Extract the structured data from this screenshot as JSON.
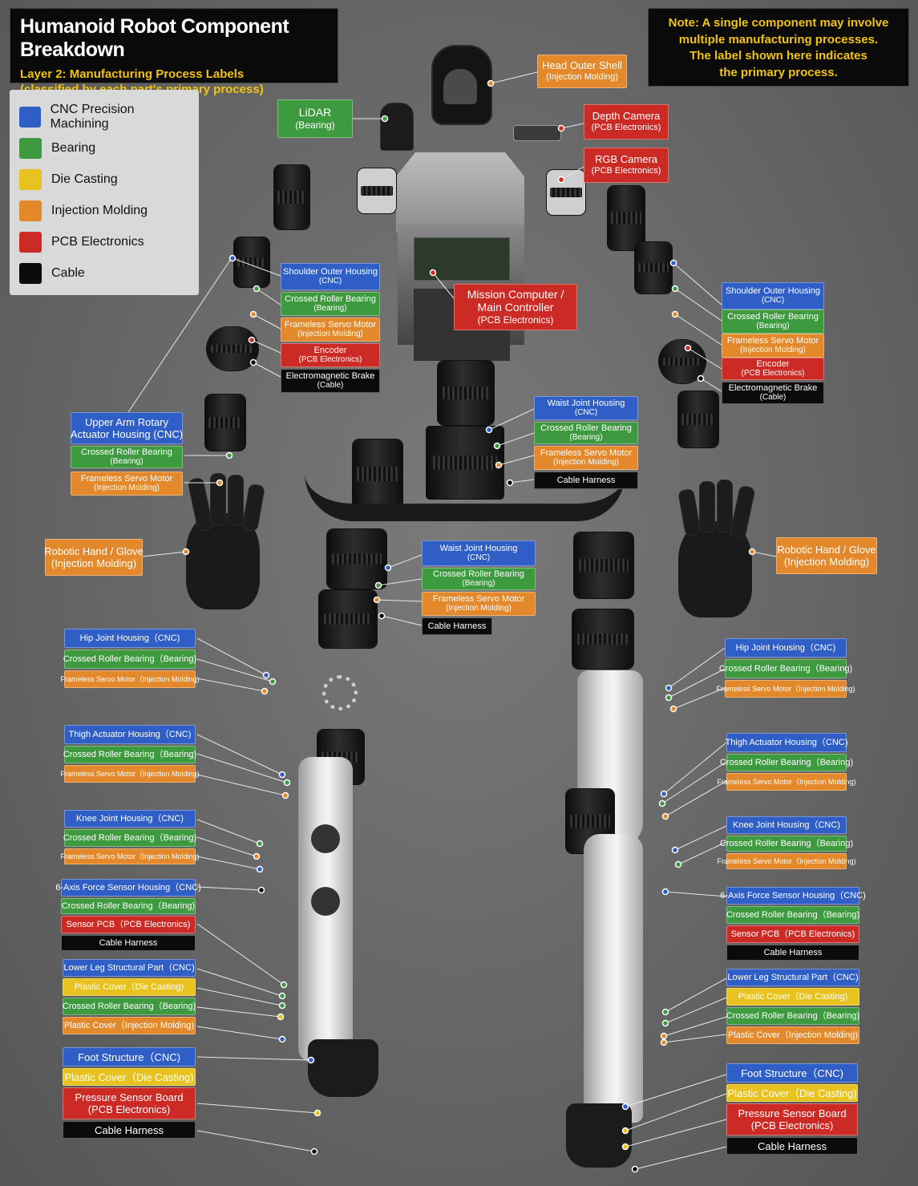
{
  "title": {
    "main": "Humanoid Robot Component Breakdown",
    "sub1": "Layer 2:  Manufacturing Process Labels",
    "sub2": "(classified by each part's primary process)"
  },
  "note": {
    "line1": "Note: A single component may involve",
    "line2": "multiple manufacturing processes.",
    "line3": "The label shown here indicates",
    "line4": "the primary process."
  },
  "legend": [
    {
      "label": "CNC Precision Machining",
      "color": "#2f5fc6"
    },
    {
      "label": "Bearing",
      "color": "#3e9a3f"
    },
    {
      "label": "Die Casting",
      "color": "#e8c21e"
    },
    {
      "label": "Injection Molding",
      "color": "#e3892b"
    },
    {
      "label": "PCB Electronics",
      "color": "#cc2a25"
    },
    {
      "label": "Cable",
      "color": "#0b0b0b"
    }
  ],
  "labels": {
    "head_shell": {
      "l1": "Head Outer Shell",
      "l2": "(Injection Molding)"
    },
    "lidar": {
      "l1": "LiDAR",
      "l2": "(Bearing)"
    },
    "depth_camera": {
      "l1": "Depth Camera",
      "l2": "(PCB Electronics)"
    },
    "rgb_camera": {
      "l1": "RGB Camera",
      "l2": "(PCB Electronics)"
    },
    "mission_computer": {
      "l1": "Mission Computer /",
      "l1b": "Main Controller",
      "l2": "(PCB Electronics)"
    },
    "l_shoulder_housing": {
      "l1": "Shoulder Outer Housing",
      "l2": "(CNC)"
    },
    "l_shoulder_bearing": {
      "l1": "Crossed Roller Bearing",
      "l2": "(Bearing)"
    },
    "l_shoulder_motor": {
      "l1": "Frameless Servo Motor",
      "l2": "(Injection Molding)"
    },
    "l_encoder": {
      "l1": "Encoder",
      "l2": "(PCB Electronics)"
    },
    "l_brake": {
      "l1": "Electromagnetic Brake",
      "l2": "(Cable)"
    },
    "r_shoulder_housing": {
      "l1": "Shoulder Outer Housing",
      "l2": "(CNC)"
    },
    "r_shoulder_bearing": {
      "l1": "Crossed Roller Bearing",
      "l2": "(Bearing)"
    },
    "r_shoulder_motor": {
      "l1": "Frameless Servo Motor",
      "l2": "(Injection Molding)"
    },
    "r_encoder": {
      "l1": "Encoder",
      "l2": "(PCB Electronics)"
    },
    "r_brake": {
      "l1": "Electromagnetic Brake",
      "l2": "(Cable)"
    },
    "upper_arm_housing": {
      "l1": "Upper Arm Rotary",
      "l2": "Actuator Housing (CNC)"
    },
    "upper_arm_bearing": {
      "l1": "Crossed Roller Bearing",
      "l2": "(Bearing)"
    },
    "upper_arm_motor": {
      "l1": "Frameless Servo Motor",
      "l2": "(Injection Molding)"
    },
    "waist1_housing": {
      "l1": "Waist Joint Housing",
      "l2": "(CNC)"
    },
    "waist1_bearing": {
      "l1": "Crossed Roller Bearing",
      "l2": "(Bearing)"
    },
    "waist1_motor": {
      "l1": "Frameless Servo Motor",
      "l2": "(Injection Molding)"
    },
    "waist1_cable": {
      "l1": "Cable Harness"
    },
    "l_hand": {
      "l1": "Robotic Hand / Glove",
      "l2": "(Injection Molding)"
    },
    "r_hand": {
      "l1": "Robotic Hand / Glove",
      "l2": "(Injection Molding)"
    },
    "waist2_housing": {
      "l1": "Waist Joint Housing",
      "l2": "(CNC)"
    },
    "waist2_bearing": {
      "l1": "Crossed Roller Bearing",
      "l2": "(Bearing)"
    },
    "waist2_motor": {
      "l1": "Frameless Servo Motor",
      "l2": "(Injection Molding)"
    },
    "waist2_cable": {
      "l1": "Cable Harness"
    },
    "l_hip_housing": {
      "l1": "Hip Joint Housing（CNC)"
    },
    "l_hip_bearing": {
      "l1": "Crossed Roller Bearing（Bearing)"
    },
    "l_hip_motor": {
      "l1": "Frameless Servo Motor（Injection Molding)"
    },
    "r_hip_housing": {
      "l1": "Hip Joint Housing（CNC)"
    },
    "r_hip_bearing": {
      "l1": "Crossed Roller Bearing（Bearing)"
    },
    "r_hip_motor": {
      "l1": "Frameless Servo Motor（Injection Molding)"
    },
    "l_thigh_housing": {
      "l1": "Thigh Actuator Housing（CNC)"
    },
    "l_thigh_bearing": {
      "l1": "Crossed Roller Bearing（Bearing)"
    },
    "l_thigh_motor": {
      "l1": "Frameless Servo Motor（Injection Molding)"
    },
    "r_thigh_housing": {
      "l1": "Thigh Actuator Housing（CNC)"
    },
    "r_thigh_bearing": {
      "l1": "Crossed Roller Bearing（Bearing)"
    },
    "r_thigh_motor": {
      "l1": "Frameless Servo Motor（Injection Molding)"
    },
    "l_knee_housing": {
      "l1": "Knee Joint Housing（CNC)"
    },
    "l_knee_bearing": {
      "l1": "Crossed Roller Bearing（Bearing)"
    },
    "l_knee_motor": {
      "l1": "Frameless Servo Motor（Injection Molding)"
    },
    "r_knee_housing": {
      "l1": "Knee Joint Housing（CNC)"
    },
    "r_knee_bearing": {
      "l1": "Crossed Roller Bearing（Bearing)"
    },
    "r_knee_motor": {
      "l1": "Frameless Servo Motor（Injection Molding)"
    },
    "l_fts_housing": {
      "l1": "6-Axis Force Sensor Housing（CNC)"
    },
    "l_fts_bearing": {
      "l1": "Crossed Roller Bearing（Bearing)"
    },
    "l_fts_pcb": {
      "l1": "Sensor PCB（PCB Electronics)"
    },
    "l_fts_cable": {
      "l1": "Cable Harness"
    },
    "r_fts_housing": {
      "l1": "6-Axis Force Sensor Housing（CNC)"
    },
    "r_fts_bearing": {
      "l1": "Crossed Roller Bearing（Bearing)"
    },
    "r_fts_pcb": {
      "l1": "Sensor PCB（PCB Electronics)"
    },
    "r_fts_cable": {
      "l1": "Cable Harness"
    },
    "l_lowleg_struct": {
      "l1": "Lower Leg Structural Part（CNC)"
    },
    "l_lowleg_cover1": {
      "l1": "Plastic Cover（Die Casting)"
    },
    "l_lowleg_bearing": {
      "l1": "Crossed Roller Bearing（Bearing)"
    },
    "l_lowleg_cover2": {
      "l1": "Plastic Cover（Injection Molding)"
    },
    "r_lowleg_struct": {
      "l1": "Lower Leg Structural Part（CNC)"
    },
    "r_lowleg_cover1": {
      "l1": "Plastic Cover（Die Casting)"
    },
    "r_lowleg_bearing": {
      "l1": "Crossed Roller Bearing（Bearing)"
    },
    "r_lowleg_cover2": {
      "l1": "Plastic Cover（Injection Molding)"
    },
    "l_foot_struct": {
      "l1": "Foot Structure（CNC)"
    },
    "l_foot_cover": {
      "l1": "Plastic Cover（Die Casting)"
    },
    "l_foot_pcb": {
      "l1": "Pressure Sensor Board",
      "l2": "(PCB Electronics)"
    },
    "l_foot_cable": {
      "l1": "Cable Harness"
    },
    "r_foot_struct": {
      "l1": "Foot Structure（CNC)"
    },
    "r_foot_cover": {
      "l1": "Plastic Cover（Die Casting)"
    },
    "r_foot_pcb": {
      "l1": "Pressure Sensor Board",
      "l2": "(PCB Electronics)"
    },
    "r_foot_cable": {
      "l1": "Cable Harness"
    }
  }
}
